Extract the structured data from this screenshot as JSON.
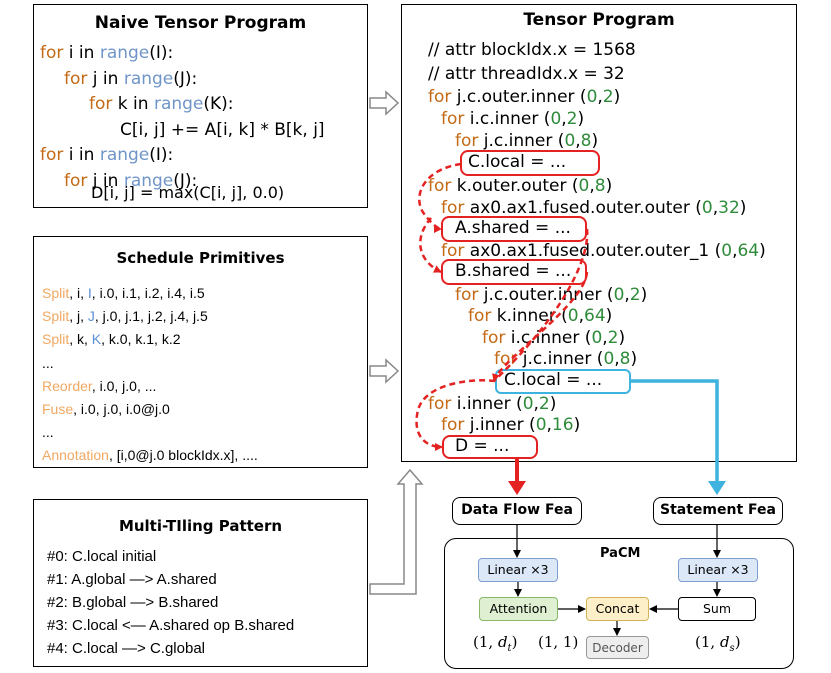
{
  "naive": {
    "title": "Naive Tensor Program",
    "for_kw": "for",
    "in_kw": "in",
    "range_fn": "range",
    "l1_var": "i",
    "l1_arg": "(I):",
    "l2_var": "j",
    "l2_arg": "(J):",
    "l3_var": "k",
    "l3_arg": "(K):",
    "l4": "C[i, j] += A[i, k] * B[k, j]",
    "l5_var": "i",
    "l5_arg": "(I):",
    "l6_var": "j",
    "l6_arg": "(J):",
    "l7": "D[i, j] = max(C[i, j], 0.0)"
  },
  "schedule": {
    "title": "Schedule Primitives",
    "rows": [
      {
        "prim": "Split",
        "a": ", i, ",
        "b": "I",
        "c": ", i.0, i.1, i.2, i.4, i.5"
      },
      {
        "prim": "Split",
        "a": ", j, ",
        "b": "J",
        "c": ", j.0, j.1, j.2, j.4, j.5"
      },
      {
        "prim": "Split",
        "a": ", k, ",
        "b": "K",
        "c": ", k.0, k.1, k.2"
      }
    ],
    "ellipsis1": "...",
    "reorder_prim": "Reorder",
    "reorder_rest": ", i.0, j.0, ...",
    "fuse_prim": "Fuse",
    "fuse_rest": ", i.0, j.0, i.0@j.0",
    "ellipsis2": "...",
    "annot_prim": "Annotation",
    "annot_rest": ", [i,0@j.0 blockIdx.x], ...."
  },
  "multitile": {
    "title": "Multi-TIling Pattern",
    "items": [
      "#0: C.local initial",
      "#1: A.global —> A.shared",
      "#2: B.global —> B.shared",
      "#3: C.local <— A.shared op B.shared",
      "#4: C.local —> C.global"
    ]
  },
  "tensor": {
    "title": "Tensor Program",
    "attr1": "// attr  blockIdx.x = 1568",
    "attr2": "// attr  threadIdx.x = 32",
    "for_kw": "for",
    "open": "(",
    "close": ")",
    "loops": [
      {
        "var": "j.c.outer.inner",
        "lo": "0",
        "hi": "2"
      },
      {
        "var": "i.c.inner",
        "lo": "0",
        "hi": "2"
      },
      {
        "var": "j.c.inner",
        "lo": "0",
        "hi": "8"
      },
      {
        "var": "k.outer.outer",
        "lo": "0",
        "hi": "8"
      },
      {
        "var": "ax0.ax1.fused.outer.outer",
        "lo": "0",
        "hi": "32"
      },
      {
        "var": "ax0.ax1.fused.outer.outer_1",
        "lo": "0",
        "hi": "64"
      },
      {
        "var": "j.c.outer.inner",
        "lo": "0",
        "hi": "2"
      },
      {
        "var": "k.inner",
        "lo": "0",
        "hi": "64"
      },
      {
        "var": "i.c.inner",
        "lo": "0",
        "hi": "2"
      },
      {
        "var": "j.c.inner",
        "lo": "0",
        "hi": "8"
      },
      {
        "var": "i.inner",
        "lo": "0",
        "hi": "2"
      },
      {
        "var": "j.inner",
        "lo": "0",
        "hi": "16"
      }
    ],
    "s_clocal1": "C.local = ...",
    "s_ashared": "A.shared = ...",
    "s_bshared": "B.shared = ...",
    "s_clocal2": "C.local = ...",
    "s_d": "D = ..."
  },
  "features": {
    "dataflow": "Data Flow Fea",
    "statement": "Statement Fea"
  },
  "pacm": {
    "title": "PaCM",
    "linear_left": "Linear ×3",
    "linear_right": "Linear ×3",
    "attention": "Attention",
    "concat": "Concat",
    "sum": "Sum",
    "decoder": "Decoder",
    "dim_t_pre": "(1, ",
    "dim_t_sym": "d",
    "dim_t_sub": "t",
    "dim_t_post": ")",
    "dim_mid": "(1, 1)",
    "dim_s_pre": "(1, ",
    "dim_s_sym": "d",
    "dim_s_sub": "s",
    "dim_s_post": ")"
  },
  "colors": {
    "keyword": "#c46a16",
    "builtin": "#6f95c8",
    "number": "#2e8b3a",
    "primitive": "#f0a862",
    "highlight_red": "#e52222",
    "highlight_blue": "#3fb3df",
    "linear_fill": "#dce8f8",
    "attention_fill": "#dff0d2",
    "concat_fill": "#fdefc8",
    "decoder_fill": "#eeeeee"
  }
}
